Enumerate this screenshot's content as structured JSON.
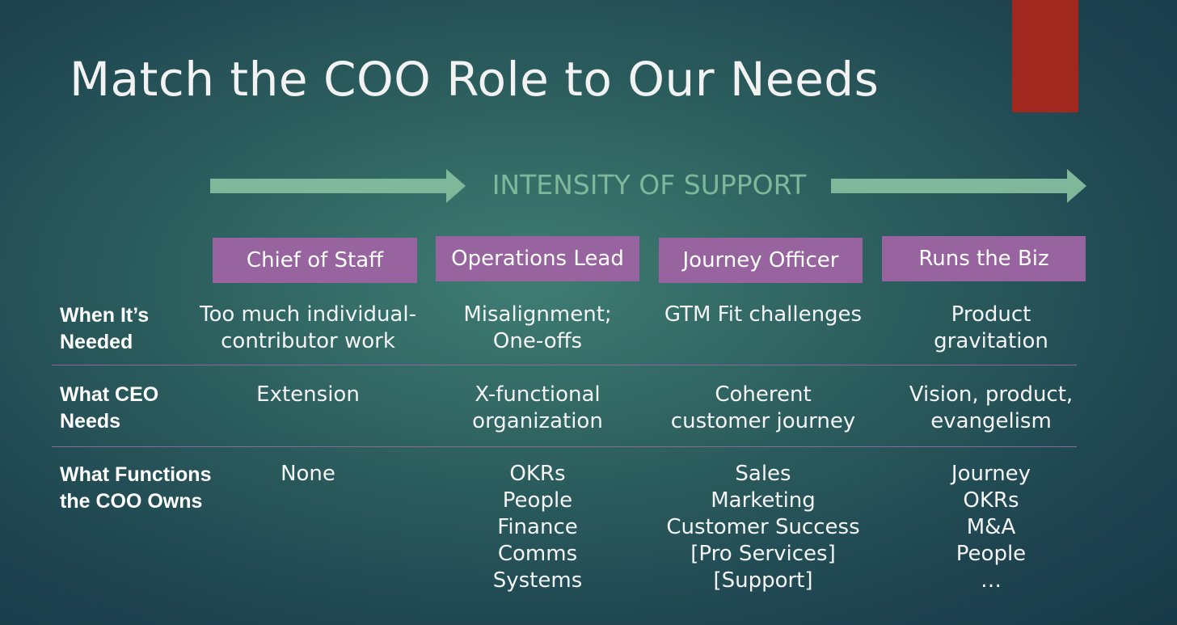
{
  "slide": {
    "title": "Match the COO Role to Our Needs",
    "support_label": "INTENSITY OF SUPPORT",
    "colors": {
      "accent_bar": "#a0281e",
      "role_box": "#97649f",
      "arrow": "#7eb79a",
      "divider": "#8a6a9e"
    }
  },
  "roles": [
    "Chief of Staff",
    "Operations Lead",
    "Journey Officer",
    "Runs the Biz"
  ],
  "rows": [
    {
      "label": [
        "When It’s",
        "Needed"
      ],
      "cells": [
        [
          "Too much individual-",
          "contributor work"
        ],
        [
          "Misalignment;",
          "One-offs"
        ],
        [
          "GTM Fit challenges"
        ],
        [
          "Product",
          "gravitation"
        ]
      ]
    },
    {
      "label": [
        "What CEO",
        "Needs"
      ],
      "cells": [
        [
          "Extension"
        ],
        [
          "X-functional",
          "organization"
        ],
        [
          "Coherent",
          "customer journey"
        ],
        [
          "Vision, product,",
          "evangelism"
        ]
      ]
    },
    {
      "label": [
        "What Functions",
        "the COO Owns"
      ],
      "cells": [
        [
          "None"
        ],
        [
          "OKRs",
          "People",
          "Finance",
          "Comms",
          "Systems"
        ],
        [
          "Sales",
          "Marketing",
          "Customer Success",
          "[Pro Services]",
          "[Support]"
        ],
        [
          "Journey",
          "OKRs",
          "M&A",
          "People",
          "…"
        ]
      ]
    }
  ]
}
